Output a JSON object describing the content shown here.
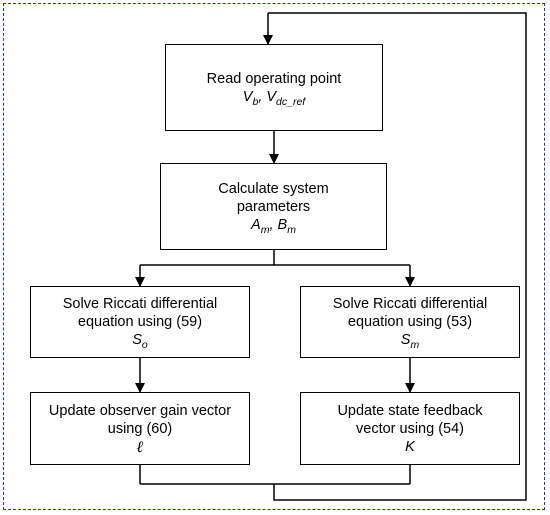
{
  "boxes": {
    "read": {
      "lines": [
        "Read operating point"
      ]
    },
    "calc": {
      "lines": [
        "Calculate system",
        "parameters"
      ]
    },
    "riccati_left": {
      "lines": [
        "Solve Riccati differential",
        "equation using (59)"
      ]
    },
    "riccati_right": {
      "lines": [
        "Solve Riccati differential",
        "equation using (53)"
      ]
    },
    "update_left": {
      "lines": [
        "Update observer gain vector",
        "using (60)"
      ]
    },
    "update_right": {
      "lines": [
        "Update state feedback",
        "vector using (54)"
      ]
    }
  },
  "symbols": {
    "read": [
      {
        "base": "V",
        "sub": "b",
        "sep": ", "
      },
      {
        "base": "V",
        "sub": "dc_ref",
        "sep": ""
      }
    ],
    "calc": [
      {
        "base": "A",
        "sub": "m",
        "sep": ", "
      },
      {
        "base": "B",
        "sub": "m",
        "sep": ""
      }
    ],
    "riccati_left": [
      {
        "base": "S",
        "sub": "o",
        "sep": ""
      }
    ],
    "riccati_right": [
      {
        "base": "S",
        "sub": "m",
        "sep": ""
      }
    ],
    "update_left": "ℓ",
    "update_right": "K"
  },
  "colors": {
    "frame": "#2233bb",
    "lines": "#000000"
  }
}
